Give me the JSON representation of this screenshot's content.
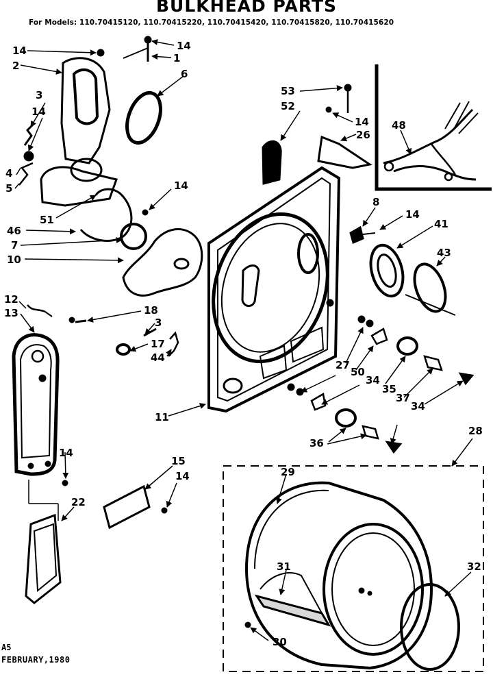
{
  "header": {
    "title": "BULKHEAD PARTS",
    "models": "For Models: 110.70415120, 110.70415220, 110.70415420, 110.70415820, 110.70415620"
  },
  "footer": {
    "code": "A5",
    "date": "FEBRUARY,1980"
  },
  "callouts": {
    "c14_top_left": "14",
    "c14_top_right": "14",
    "c1": "1",
    "c2": "2",
    "c6": "6",
    "c3_left": "3",
    "c14_left": "14",
    "c4": "4",
    "c5": "5",
    "c51": "51",
    "c46": "46",
    "c7": "7",
    "c10": "10",
    "c14_mid": "14",
    "c53": "53",
    "c52": "52",
    "c14_bracket": "14",
    "c26": "26",
    "c48": "48",
    "c8": "8",
    "c14_right": "14",
    "c41": "41",
    "c43": "43",
    "c12": "12",
    "c13": "13",
    "c18": "18",
    "c3_mid": "3",
    "c17": "17",
    "c44": "44",
    "c11": "11",
    "c27": "27",
    "c50": "50",
    "c34_a": "34",
    "c35": "35",
    "c37": "37",
    "c34_b": "34",
    "c36": "36",
    "c28": "28",
    "c14_lower_left": "14",
    "c22": "22",
    "c15": "15",
    "c14_plate": "14",
    "c29": "29",
    "c31": "31",
    "c32": "32",
    "c30": "30"
  }
}
